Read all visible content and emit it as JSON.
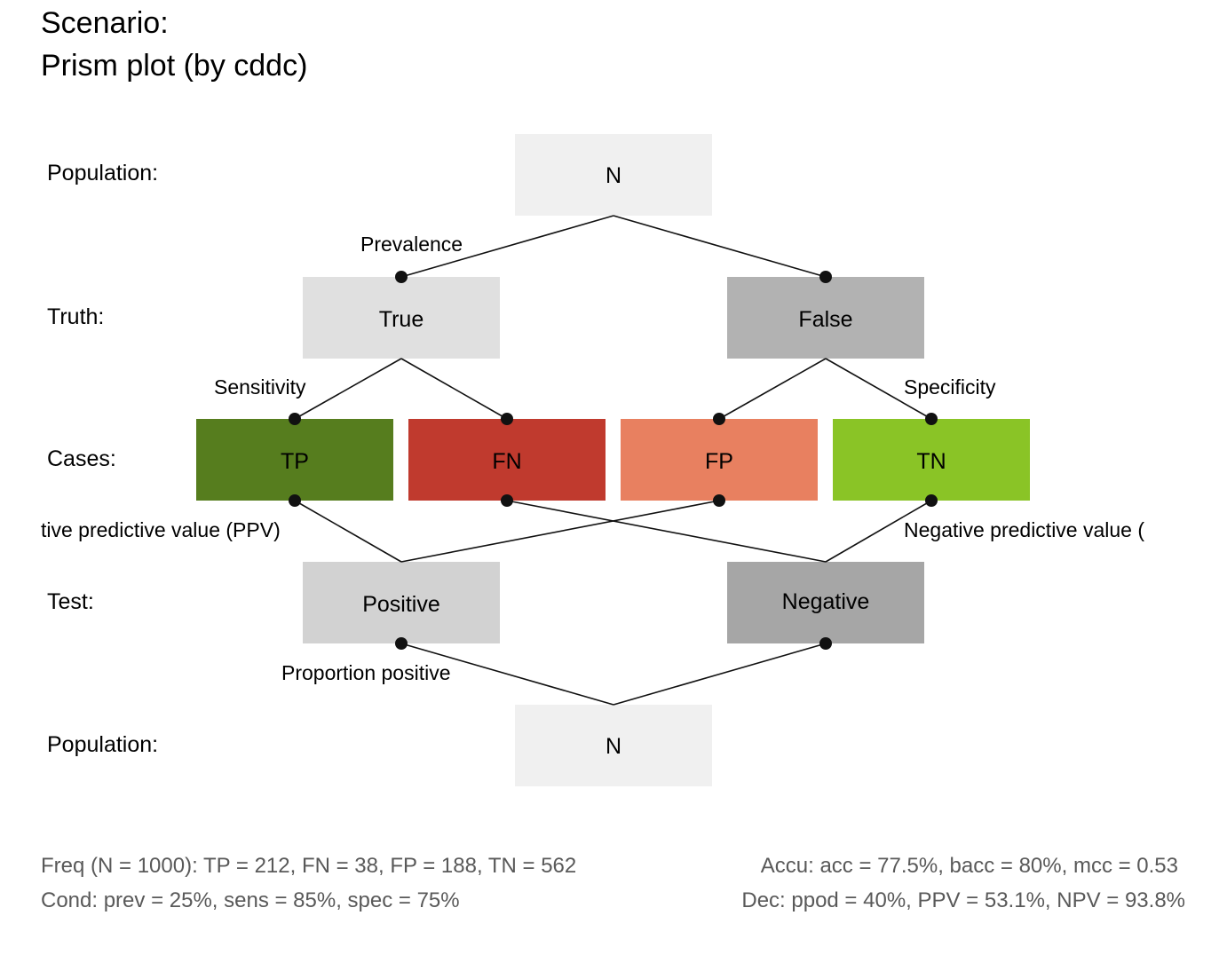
{
  "title": {
    "line1": "Scenario:",
    "line2": "Prism plot (by cddc)"
  },
  "row_labels": {
    "population_top": "Population:",
    "truth": "Truth:",
    "cases": "Cases:",
    "test": "Test:",
    "population_bottom": "Population:"
  },
  "boxes": {
    "n_top": {
      "label": "N",
      "color": "#f0f0f0"
    },
    "cond_true": {
      "label": "True",
      "color": "#e0e0e0"
    },
    "cond_false": {
      "label": "False",
      "color": "#b2b2b2"
    },
    "tp": {
      "label": "TP",
      "color": "#567d1e"
    },
    "fn": {
      "label": "FN",
      "color": "#c03a2e"
    },
    "fp": {
      "label": "FP",
      "color": "#e88060"
    },
    "tn": {
      "label": "TN",
      "color": "#8ac426"
    },
    "dec_pos": {
      "label": "Positive",
      "color": "#d2d2d2"
    },
    "dec_neg": {
      "label": "Negative",
      "color": "#a6a6a6"
    },
    "n_bottom": {
      "label": "N",
      "color": "#f0f0f0"
    }
  },
  "edge_labels": {
    "prevalence": "Prevalence",
    "sensitivity": "Sensitivity",
    "specificity": "Specificity",
    "ppv": "tive predictive value (PPV)",
    "npv": "Negative predictive value (",
    "proportion_positive": "Proportion positive"
  },
  "footer": {
    "freq": "Freq (N = 1000):  TP = 212, FN = 38, FP = 188, TN = 562",
    "accu": "Accu:  acc = 77.5%, bacc = 80%, mcc = 0.53",
    "cond": "Cond:  prev = 25%, sens = 85%, spec = 75%",
    "dec": "Dec:  ppod = 40%, PPV = 53.1%, NPV = 93.8%"
  }
}
